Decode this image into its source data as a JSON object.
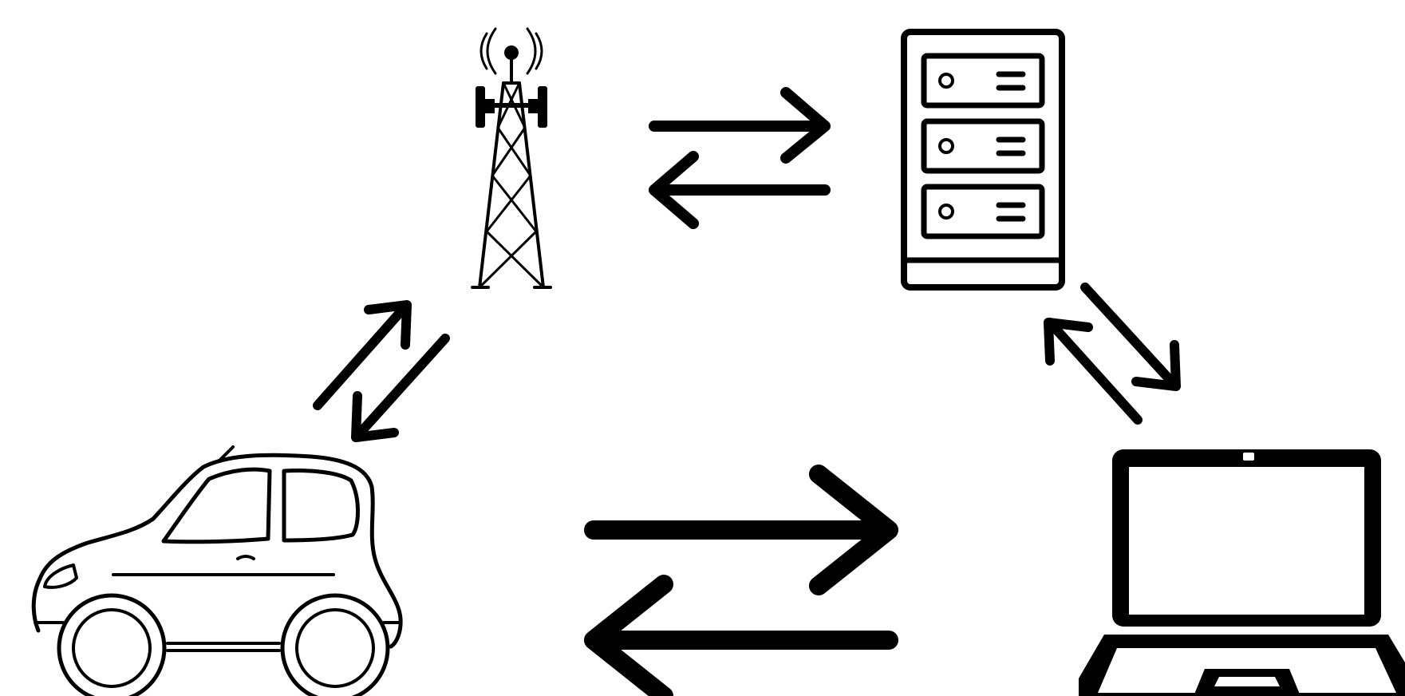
{
  "diagram": {
    "background": "#ffffff",
    "stroke_color": "#000000",
    "nodes": [
      {
        "id": "tower",
        "icon": "cell-tower-icon"
      },
      {
        "id": "server",
        "icon": "server-rack-icon"
      },
      {
        "id": "car",
        "icon": "car-icon"
      },
      {
        "id": "laptop",
        "icon": "laptop-icon"
      }
    ],
    "links": [
      {
        "from": "tower",
        "to": "server",
        "direction": "bidirectional"
      },
      {
        "from": "tower",
        "to": "car",
        "direction": "bidirectional"
      },
      {
        "from": "server",
        "to": "laptop",
        "direction": "bidirectional"
      },
      {
        "from": "car",
        "to": "laptop",
        "direction": "bidirectional"
      }
    ]
  }
}
